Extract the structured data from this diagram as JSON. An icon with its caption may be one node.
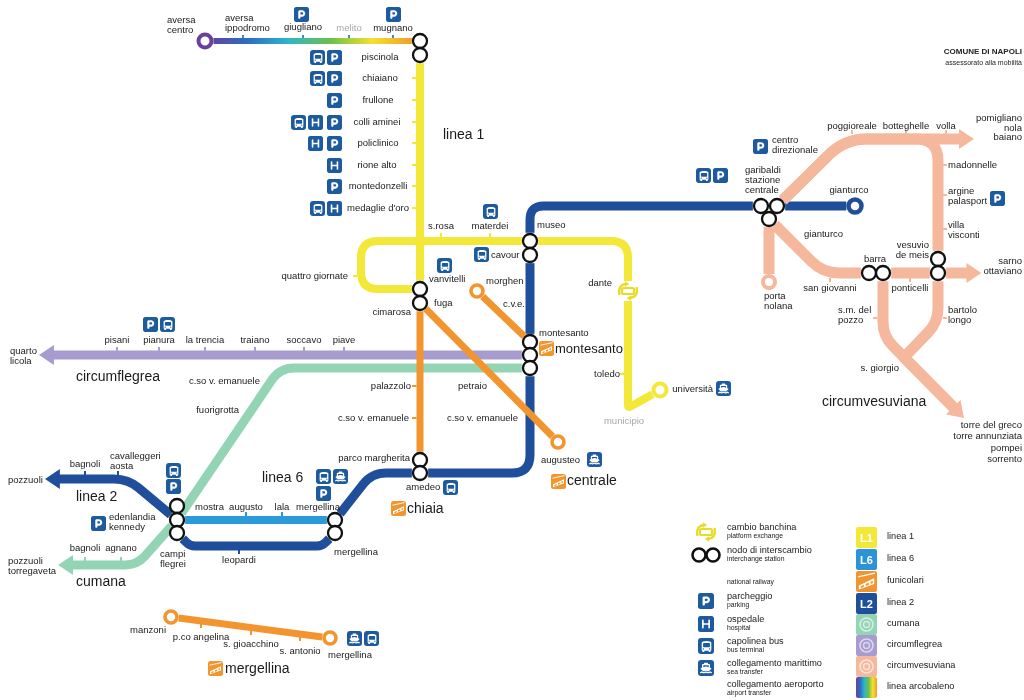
{
  "diagram": {
    "nodes": [
      {
        "text": [],
        "shape": "circle",
        "beside": [
          "aversa centro"
        ]
      },
      {
        "text": [],
        "shape": "circle",
        "beside": [
          "piscinola"
        ]
      },
      {
        "text": [
          "pomigliano",
          "nola",
          "baiano"
        ]
      },
      {
        "text": [],
        "shape": "circle",
        "beside": [
          "museo",
          "cavour"
        ]
      },
      {
        "text": [],
        "shape": "circle",
        "beside": [
          "garibaldi stazione centrale"
        ]
      },
      {
        "text": [],
        "shape": "circle",
        "beside": [
          "gianturco"
        ]
      },
      {
        "text": [
          "sarno",
          "ottaviano"
        ]
      },
      {
        "text": [],
        "shape": "circle",
        "beside": [
          "vanvitelli",
          "fuga",
          "cimarosa"
        ]
      },
      {
        "text": [],
        "shape": "circle",
        "beside": [
          "morghen"
        ]
      },
      {
        "text": [],
        "shape": "picture",
        "beside": [
          "dante"
        ]
      },
      {
        "text": [],
        "shape": "circle",
        "beside": [
          "porta nolana"
        ]
      },
      {
        "text": [],
        "shape": "circle",
        "beside": [
          "barra"
        ]
      },
      {
        "text": [],
        "shape": "circle",
        "beside": [
          "vesuvio de meis"
        ]
      },
      {
        "text": [
          "quarto",
          "licola"
        ]
      },
      {
        "text": [],
        "shape": "circle",
        "beside": [
          "montesanto"
        ]
      },
      {
        "text": [],
        "shape": "circle",
        "beside": [
          "università"
        ]
      },
      {
        "text": [],
        "shape": "circle",
        "beside": [
          "augusteo"
        ]
      },
      {
        "text": [
          "torre del greco",
          "torre annunziata",
          "pompei",
          "sorrento"
        ]
      },
      {
        "text": [
          "pozzuoli"
        ]
      },
      {
        "text": [],
        "shape": "circle",
        "beside": [
          "parco margherita",
          "amedeo"
        ]
      },
      {
        "text": [],
        "shape": "circle",
        "beside": [
          "mostra",
          "campi flegrei"
        ]
      },
      {
        "text": [],
        "shape": "circle",
        "beside": [
          "mergellina",
          "mergellina"
        ]
      },
      {
        "text": [
          "pozzuoli",
          "torregaveta"
        ]
      },
      {
        "text": [],
        "shape": "circle",
        "beside": [
          "manzoni"
        ]
      },
      {
        "text": [],
        "shape": "circle",
        "beside": [
          "mergellina"
        ]
      }
    ],
    "edges": [
      {
        "from": 0,
        "to": 1,
        "arrow": "none"
      },
      {
        "from": 1,
        "to": 7,
        "arrow": "none",
        "color": "#f3e838"
      },
      {
        "from": 7,
        "to": 3,
        "arrow": "none",
        "color": "#f3e838"
      },
      {
        "from": 3,
        "to": 9,
        "arrow": "none",
        "color": "#f3e838"
      },
      {
        "from": 9,
        "to": 15,
        "arrow": "none",
        "color": "#f3e838"
      },
      {
        "from": 20,
        "to": 18,
        "arrow": "to",
        "color": "#1f4f9b"
      },
      {
        "from": 20,
        "to": 21,
        "arrow": "none",
        "color": "#1f4f9b"
      },
      {
        "from": 21,
        "to": 19,
        "arrow": "none",
        "color": "#1f4f9b"
      },
      {
        "from": 19,
        "to": 14,
        "arrow": "none",
        "color": "#1f4f9b"
      },
      {
        "from": 14,
        "to": 3,
        "arrow": "none",
        "color": "#1f4f9b"
      },
      {
        "from": 3,
        "to": 4,
        "arrow": "none",
        "color": "#1f4f9b"
      },
      {
        "from": 4,
        "to": 5,
        "arrow": "none",
        "color": "#1f4f9b"
      },
      {
        "from": 20,
        "to": 21,
        "arrow": "none",
        "color": "#2b9ad8"
      },
      {
        "from": 14,
        "to": 20,
        "arrow": "none",
        "color": "#93d4b5"
      },
      {
        "from": 20,
        "to": 22,
        "arrow": "to",
        "color": "#93d4b5"
      },
      {
        "from": 14,
        "to": 13,
        "arrow": "to",
        "color": "#a79bd0"
      },
      {
        "from": 8,
        "to": 14,
        "arrow": "none",
        "color": "#f2952e"
      },
      {
        "from": 7,
        "to": 16,
        "arrow": "none",
        "color": "#f2952e"
      },
      {
        "from": 7,
        "to": 19,
        "arrow": "none",
        "color": "#f2952e"
      },
      {
        "from": 23,
        "to": 24,
        "arrow": "none",
        "color": "#f2952e"
      },
      {
        "from": 4,
        "to": 2,
        "arrow": "to",
        "color": "#f6b89d"
      },
      {
        "from": 4,
        "to": 10,
        "arrow": "none",
        "color": "#f6b89d"
      },
      {
        "from": 4,
        "to": 11,
        "arrow": "none",
        "color": "#f6b89d"
      },
      {
        "from": 11,
        "to": 12,
        "arrow": "none",
        "color": "#f6b89d"
      },
      {
        "from": 12,
        "to": 6,
        "arrow": "to",
        "color": "#f6b89d"
      },
      {
        "from": 11,
        "to": 17,
        "arrow": "to",
        "color": "#f6b89d"
      },
      {
        "from": 4,
        "to": 12,
        "arrow": "none",
        "color": "#f6b89d"
      },
      {
        "from": 12,
        "to": 17,
        "arrow": "to",
        "color": "#f6b89d"
      }
    ],
    "labels": [
      "aversa ippodromo",
      "giugliano",
      "melito",
      "mugnano",
      "COMUNE DI NAPOLI",
      "assessorato alla mobilità",
      "chiaiano",
      "frullone",
      "colli aminei",
      "linea 1",
      "poggioreale",
      "botteghelle",
      "volla",
      "policlinico",
      "centro direzionale",
      "rione alto",
      "madonnelle",
      "montedonzelli",
      "medaglie d'oro",
      "argine palasport",
      "s.rosa",
      "materdei",
      "gianturco",
      "villa visconti",
      "quattro giornate",
      "san giovanni",
      "ponticelli",
      "c.v.e.",
      "s.m. del pozzo",
      "bartolo longo",
      "pisani",
      "pianura",
      "la trencia",
      "traiano",
      "soccavo",
      "piave",
      "montesanto",
      "circumflegrea",
      "c.so v. emanuele",
      "palazzolo",
      "petraio",
      "toledo",
      "s. giorgio",
      "fuorigrotta",
      "circumvesuviana",
      "c.so v. emanuele",
      "c.so v. emanuele",
      "municipio",
      "bagnoli",
      "cavalleggeri aosta",
      "linea 6",
      "linea 2",
      "centrale",
      "edenlandia kennedy",
      "augusto",
      "lala",
      "chiaia",
      "bagnoli",
      "agnano",
      "leopardi",
      "cumana",
      "p.co angelina",
      "s. gioacchino",
      "s. antonio",
      "mergellina",
      "platform exchange",
      "L1",
      "interchange station",
      "L6",
      "national railway",
      "parking",
      "L2",
      "hospital",
      "bus terminal",
      "sea transfer",
      "airport transfer"
    ],
    "legend": [
      {
        "text": "cambio banchina"
      },
      {
        "text": "nodo di interscambio"
      },
      {
        "text": "parcheggio"
      },
      {
        "text": "ospedale"
      },
      {
        "text": "capolinea bus"
      },
      {
        "text": "collegamento marittimo"
      },
      {
        "text": "collegamento aeroporto"
      },
      {
        "text": "linea 1",
        "color": "#f3e838"
      },
      {
        "text": "linea 6",
        "color": "#2b93d6"
      },
      {
        "text": "funicolari",
        "color": "#f2952e"
      },
      {
        "text": "linea 2",
        "color": "#1f4f9b"
      },
      {
        "text": "cumana",
        "color": "#93d4b5"
      },
      {
        "text": "circumflegrea",
        "color": "#a79bd0"
      },
      {
        "text": "circumvesuviana",
        "color": "#f6b89d"
      },
      {
        "text": "linea arcobaleno"
      }
    ]
  }
}
